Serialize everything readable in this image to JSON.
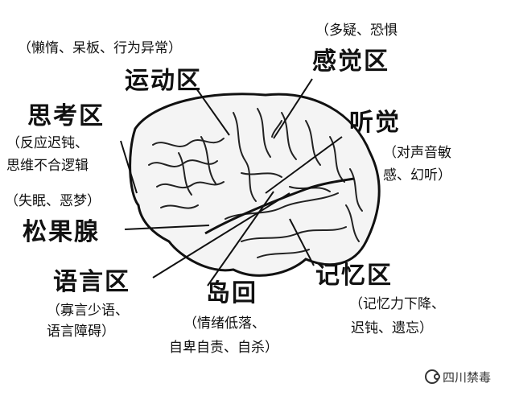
{
  "labels": {
    "motor": "运动区",
    "motor_note": "（懒惰、呆板、行为异常）",
    "sensory": "感觉区",
    "sensory_note": "（多疑、恐惧",
    "thinking": "思考区",
    "thinking_note_1": "（反应迟钝、",
    "thinking_note_2": "思维不合逻辑",
    "hearing": "听觉",
    "hearing_note_1": "（对声音敏",
    "hearing_note_2": "感、幻听）",
    "pineal": "松果腺",
    "pineal_note": "（失眠、恶梦）",
    "language": "语言区",
    "language_note_1": "（寡言少语、",
    "language_note_2": "语言障碍）",
    "insula": "岛回",
    "insula_note_1": "（情绪低落、",
    "insula_note_2": "自卑自责、自杀）",
    "memory": "记忆区",
    "memory_note_1": "（记忆力下降、",
    "memory_note_2": "迟钝、遗忘）"
  },
  "watermark": {
    "text": "四川禁毒",
    "icon": "wechat-icon"
  }
}
